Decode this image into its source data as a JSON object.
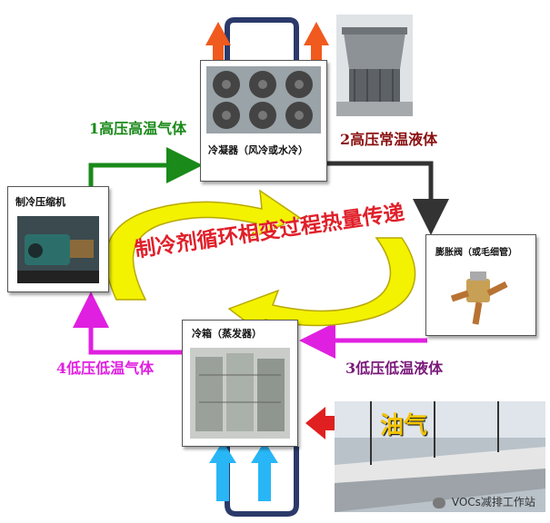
{
  "components": {
    "condenser": "冷凝器（风冷或水冷）",
    "compressor": "制冷压缩机",
    "expansion_valve": "膨胀阀（或毛细管）",
    "evaporator": "冷箱（蒸发器）"
  },
  "states": {
    "s1": "1高压高温气体",
    "s2": "2高压常温液体",
    "s3": "3低压低温液体",
    "s4": "4低压低温气体"
  },
  "center_text": "制冷剂循环相变过程热量传递",
  "oil_label": "油气",
  "watermark": "VOCs减排工作站",
  "colors": {
    "s1": "#1a8a1a",
    "s2": "#8b1010",
    "s3": "#7a1a7a",
    "s4": "#e020e0",
    "heat_out": "#f05a1e",
    "cold_in": "#29b6f6",
    "cycle": "#f3f200"
  }
}
